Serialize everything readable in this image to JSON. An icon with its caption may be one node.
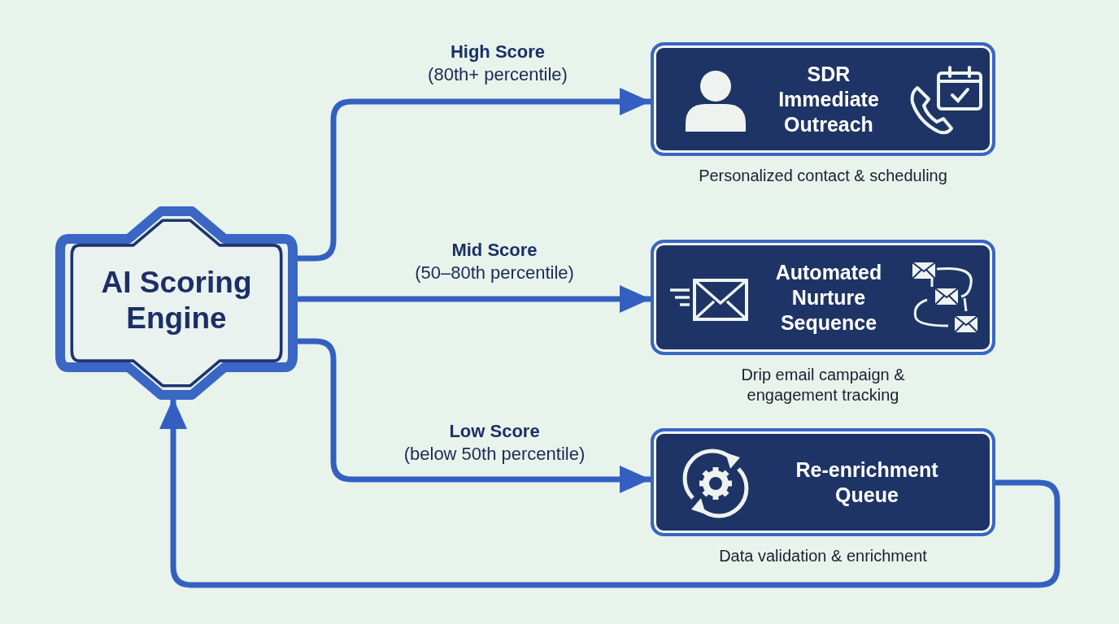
{
  "diagram": {
    "nodes": [
      {
        "text": [
          "AI Scoring Engine"
        ]
      },
      {
        "text": [
          "SDR Immediate Outreach"
        ],
        "beside": [
          "Personalized contact & scheduling"
        ]
      },
      {
        "text": [
          "Automated Nurture Sequence"
        ],
        "beside": [
          "Drip email campaign & engagement tracking"
        ]
      },
      {
        "text": [
          "Re-enrichment Queue"
        ],
        "beside": [
          "Data validation & enrichment"
        ]
      }
    ],
    "edges": [
      {
        "from": 0,
        "to": 1,
        "arrow": "to",
        "label": "**High Score** (80th+ percentile)"
      },
      {
        "from": 0,
        "to": 2,
        "arrow": "to",
        "label": "**Mid Score** (50–80th percentile)"
      },
      {
        "from": 0,
        "to": 3,
        "arrow": "to",
        "label": "**Low Score** (below 50th percentile)"
      },
      {
        "from": 3,
        "to": 0,
        "arrow": "to"
      }
    ]
  }
}
